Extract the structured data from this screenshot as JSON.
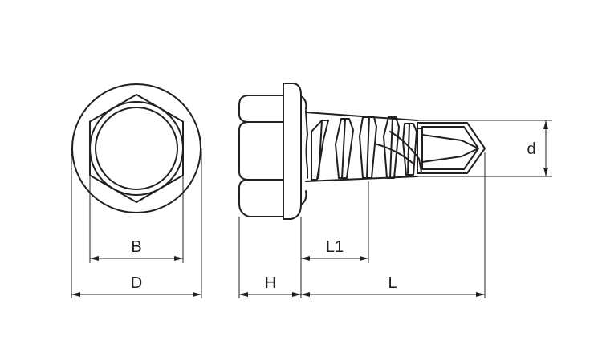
{
  "labels": {
    "b": "B",
    "d_outer": "D",
    "h": "H",
    "l1": "L1",
    "l": "L",
    "d_small": "d"
  }
}
